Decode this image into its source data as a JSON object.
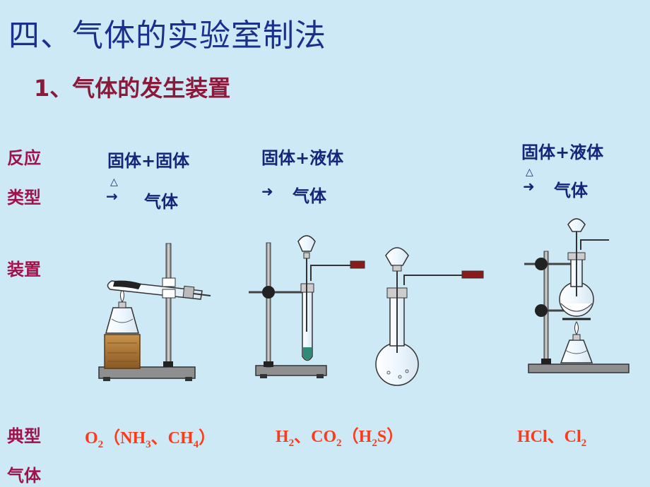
{
  "title": "四、气体的实验室制法",
  "subtitle": "1、气体的发生装置",
  "side_labels": {
    "reaction_1": "反应",
    "reaction_2": "类型",
    "apparatus": "装置",
    "typical_1": "典型",
    "typical_2": "气体"
  },
  "columns": [
    {
      "reaction": "固体+固体",
      "heat_mark": "△",
      "arrow": "→",
      "product": "气体",
      "gases": [
        {
          "t": "O"
        },
        {
          "s": "2"
        },
        {
          "t": "（NH"
        },
        {
          "s": "3"
        },
        {
          "t": "、CH"
        },
        {
          "s": "4"
        },
        {
          "t": "）"
        }
      ]
    },
    {
      "reaction": "固体+液体",
      "arrow": "➜",
      "product": "气体",
      "gases": [
        {
          "t": "H"
        },
        {
          "s": "2"
        },
        {
          "t": "、CO"
        },
        {
          "s": "2"
        },
        {
          "t": "（H"
        },
        {
          "s": "2"
        },
        {
          "t": "S）"
        }
      ]
    },
    {
      "reaction": "固体+液体",
      "heat_mark": "△",
      "arrow": "➜",
      "product": "气体",
      "gases": [
        {
          "t": "HCl、Cl"
        },
        {
          "s": "2"
        }
      ]
    }
  ],
  "colors": {
    "background": "#cde9f6",
    "title": "#1b2f8f",
    "subtitle": "#8b1a3a",
    "side_label": "#a0124a",
    "reaction_text": "#15257a",
    "gas_text": "#ff3a1a"
  }
}
